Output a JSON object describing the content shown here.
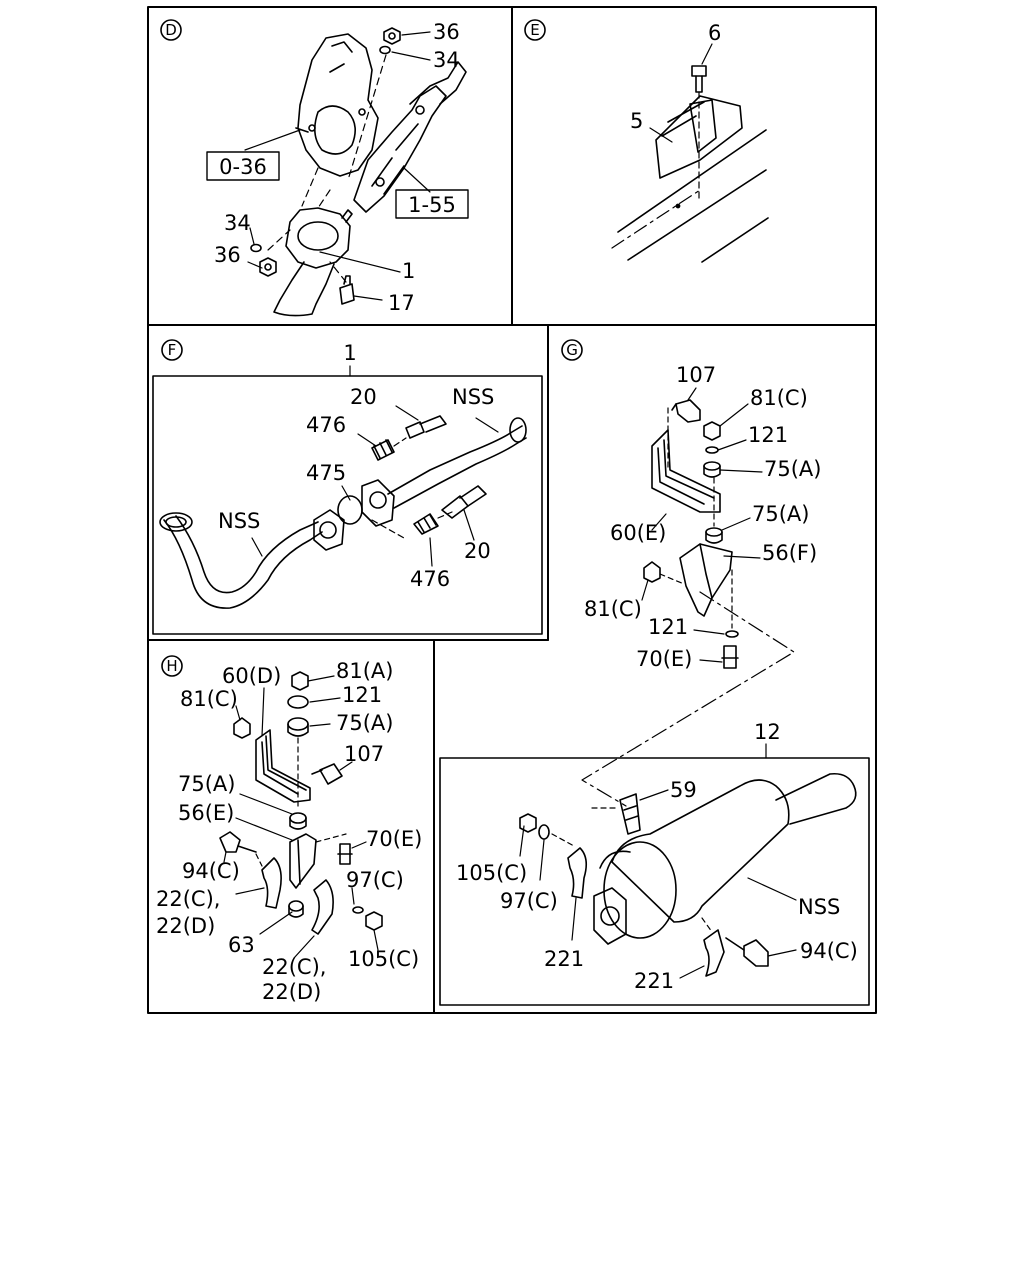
{
  "panels": {
    "D": {
      "letter": "D",
      "labels": [
        "36",
        "34",
        "0-36",
        "1-55",
        "34",
        "36",
        "1",
        "17"
      ]
    },
    "E": {
      "letter": "E",
      "labels": [
        "6",
        "5"
      ]
    },
    "F": {
      "letter": "F",
      "labels": [
        "1",
        "20",
        "NSS",
        "476",
        "475",
        "NSS",
        "20",
        "476"
      ]
    },
    "G": {
      "letter": "G",
      "labels": [
        "107",
        "81(C)",
        "121",
        "75(A)",
        "75(A)",
        "60(E)",
        "56(F)",
        "81(C)",
        "121",
        "70(E)",
        "12",
        "59",
        "105(C)",
        "97(C)",
        "NSS",
        "221",
        "94(C)",
        "221"
      ]
    },
    "H": {
      "letter": "H",
      "labels": [
        "60(D)",
        "81(A)",
        "81(C)",
        "121",
        "75(A)",
        "107",
        "75(A)",
        "56(E)",
        "70(E)",
        "94(C)",
        "97(C)",
        "22(C),",
        "22(D)",
        "63",
        "22(C),",
        "22(D)",
        "105(C)"
      ]
    }
  }
}
